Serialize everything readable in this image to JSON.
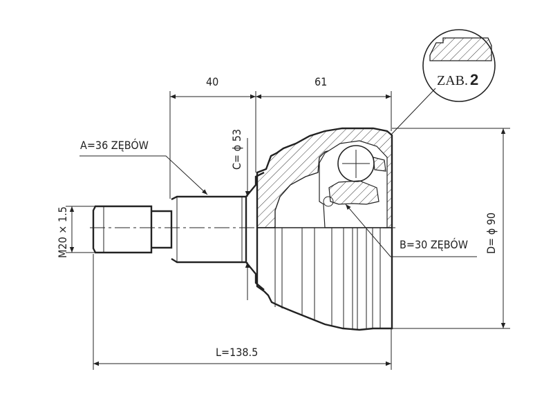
{
  "dimensions": {
    "shaft_length": "40",
    "body_length": "61",
    "c_diameter": "C= ϕ 53",
    "d_diameter": "D= ϕ 90",
    "thread": "M20 × 1.5",
    "total_length": "L=138.5"
  },
  "splines": {
    "a_label": "A=36 ZĘBÓW",
    "b_label": "B=30 ZĘBÓW"
  },
  "callout": {
    "label": "ZAB.",
    "number": "2"
  }
}
